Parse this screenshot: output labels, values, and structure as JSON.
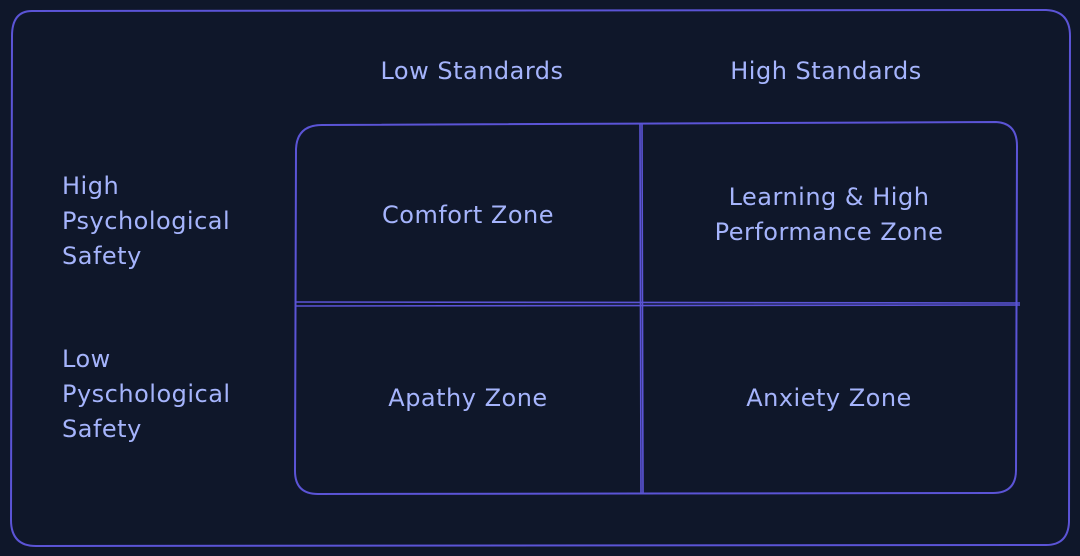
{
  "matrix": {
    "columns": {
      "low": "Low Standards",
      "high": "High Standards"
    },
    "rows": {
      "high": [
        "High",
        "Psychological",
        "Safety"
      ],
      "low": [
        "Low",
        "Pyschological",
        "Safety"
      ]
    },
    "zones": {
      "top_left": "Comfort Zone",
      "top_right": [
        "Learning & High",
        "Performance Zone"
      ],
      "bottom_left": "Apathy Zone",
      "bottom_right": "Anxiety Zone"
    }
  },
  "colors": {
    "background": "#0f172a",
    "stroke": "#5b54d6",
    "text": "#a5b4fc"
  }
}
